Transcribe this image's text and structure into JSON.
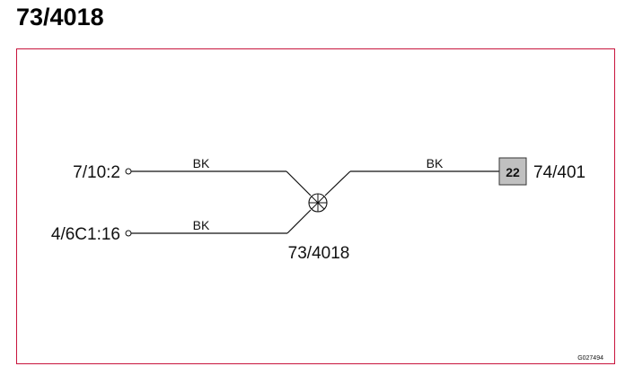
{
  "page": {
    "title": "73/4018"
  },
  "diagram": {
    "frame_color": "#c8143c",
    "connectors": {
      "left_top": "7/10:2",
      "left_bottom": "4/6C1:16",
      "right": "74/401",
      "right_pin": "22"
    },
    "wires": {
      "top_left_color": "BK",
      "bottom_left_color": "BK",
      "right_color": "BK"
    },
    "splice": {
      "label": "73/4018",
      "icon": "splice-circle-cross-icon"
    },
    "figure_code": "G027494"
  }
}
